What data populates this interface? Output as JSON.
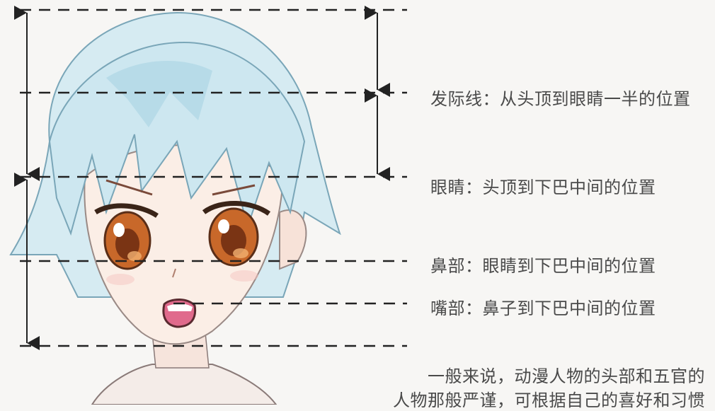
{
  "labels": {
    "hairline": "发际线：从头顶到眼睛一半的位置",
    "eyes": "眼睛：头顶到下巴中间的位置",
    "nose": "鼻部：眼睛到下巴中间的位置",
    "mouth": "嘴部：鼻子到下巴中间的位置"
  },
  "note": {
    "line1": "一般来说，动漫人物的头部和五官的",
    "line2": "人物那般严谨，可根据自己的喜好和习惯"
  },
  "colors": {
    "guide": "#222222",
    "hair": "#cfe6ee",
    "hair_shade": "#9fcbdc",
    "skin": "#f8ece4",
    "iris": "#b8561c",
    "mouth": "#e06a8c",
    "text": "#4a4a4a"
  }
}
